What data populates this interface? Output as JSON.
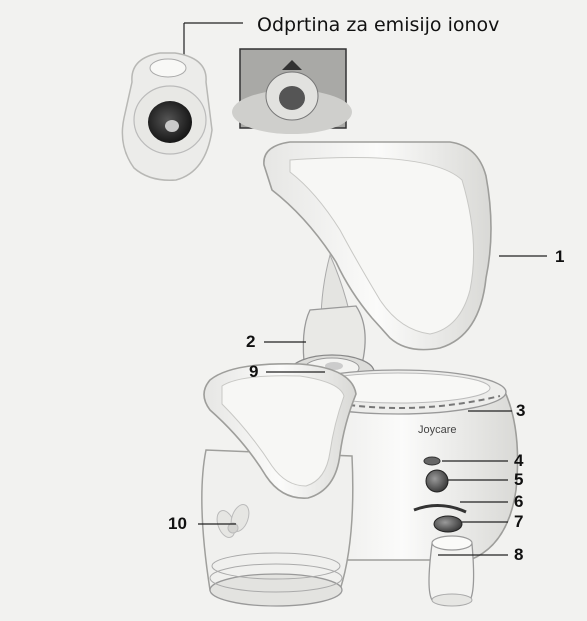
{
  "diagram": {
    "callout_title": "Odprtina za emisijo ionov",
    "brand": "Joycare",
    "labels": {
      "l1": "1",
      "l2": "2",
      "l3": "3",
      "l4": "4",
      "l5": "5",
      "l6": "6",
      "l7": "7",
      "l8": "8",
      "l9": "9",
      "l10": "10"
    }
  }
}
